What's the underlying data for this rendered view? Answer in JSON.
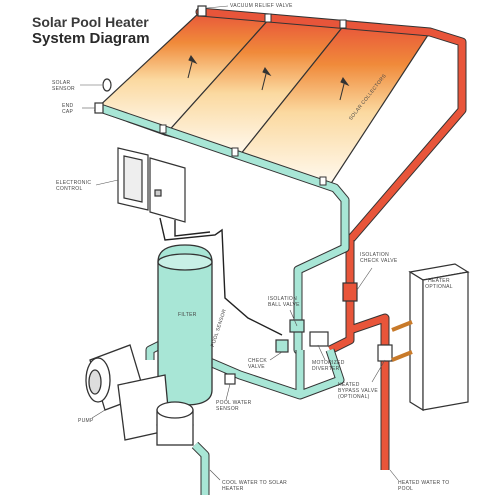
{
  "title": {
    "line1": "Solar Pool Heater",
    "line2": "System Diagram"
  },
  "labels": {
    "vacuum_relief_valve": "VACUUM RELIEF VALVE",
    "solar_sensor": "SOLAR SENSOR",
    "end_cap": "END CAP",
    "solar_collectors": "SOLAR COLLECTORS",
    "electronic_control": "ELECTRONIC CONTROL",
    "isolation_check_valve": "ISOLATION CHECK VALVE",
    "heater_optional": "HEATER OPTIONAL",
    "filter": "FILTER",
    "pool_sensor": "POOL SENSOR",
    "isolation_ball_valve": "ISOLATION BALL VALVE",
    "check_valve": "CHECK VALVE",
    "motorized_diverter": "MOTORIZED DIVERTER",
    "heated_bypass_valve": "HEATED BYPASS VALVE (OPTIONAL)",
    "pump": "PUMP",
    "pool_water_sensor": "POOL WATER SENSOR",
    "cool_water": "COOL WATER TO SOLAR HEATER",
    "heated_water": "HEATED WATER TO POOL"
  },
  "colors": {
    "cool_pipe": "#a8e6d6",
    "hot_pipe": "#e8553a",
    "collector_hot": "#f08a3a",
    "collector_cool": "#fff7e0",
    "equipment": "#a8e6d6",
    "outline": "#333333"
  }
}
